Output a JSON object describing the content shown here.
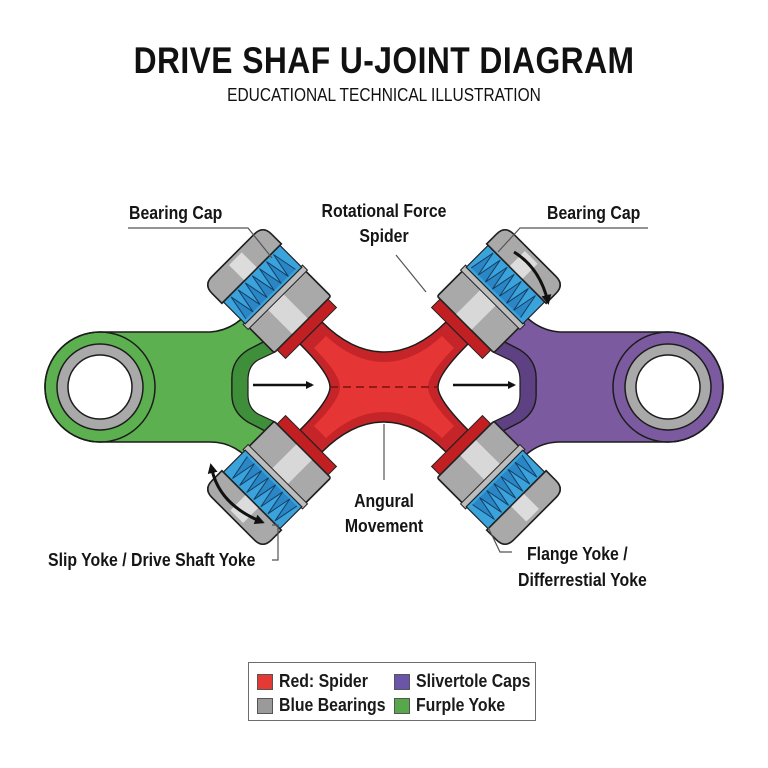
{
  "header": {
    "title": "DRIVE SHAF U-JOINT DIAGRAM",
    "subtitle": "EDUCATIONAL TECHNICAL ILLUSTRATION"
  },
  "labels": {
    "bearing_cap_left": "Bearing Cap",
    "rotational_force": "Rotational Force",
    "spider": "Spider",
    "bearing_cap_right": "Bearing Cap",
    "angular_line1": "Angural",
    "angular_line2": "Movement",
    "slip_yoke": "Slip Yoke / Drive Shaft Yoke",
    "flange_yoke_line1": "Flange Yoke /",
    "flange_yoke_line2": "Differrestial Yoke"
  },
  "components": {
    "left_yoke": {
      "color": "#5cb04f",
      "shade": "#3f8f3a"
    },
    "right_yoke": {
      "color": "#7b5aa0",
      "shade": "#5e4182"
    },
    "spider": {
      "color": "#e63535",
      "shade": "#c52528"
    },
    "bearing_caps": {
      "color": "#a8a8a8",
      "light": "#d9d9d9"
    },
    "bearings": {
      "color": "#3aa3dc"
    }
  },
  "legend": {
    "items": [
      {
        "label": "Red: Spider",
        "color": "#e53a33"
      },
      {
        "label": "Slivertole Caps",
        "color": "#6a55a8"
      },
      {
        "label": "Blue Bearings",
        "color": "#9a9a9a"
      },
      {
        "label": "Furple Yoke",
        "color": "#57a84a"
      }
    ]
  }
}
